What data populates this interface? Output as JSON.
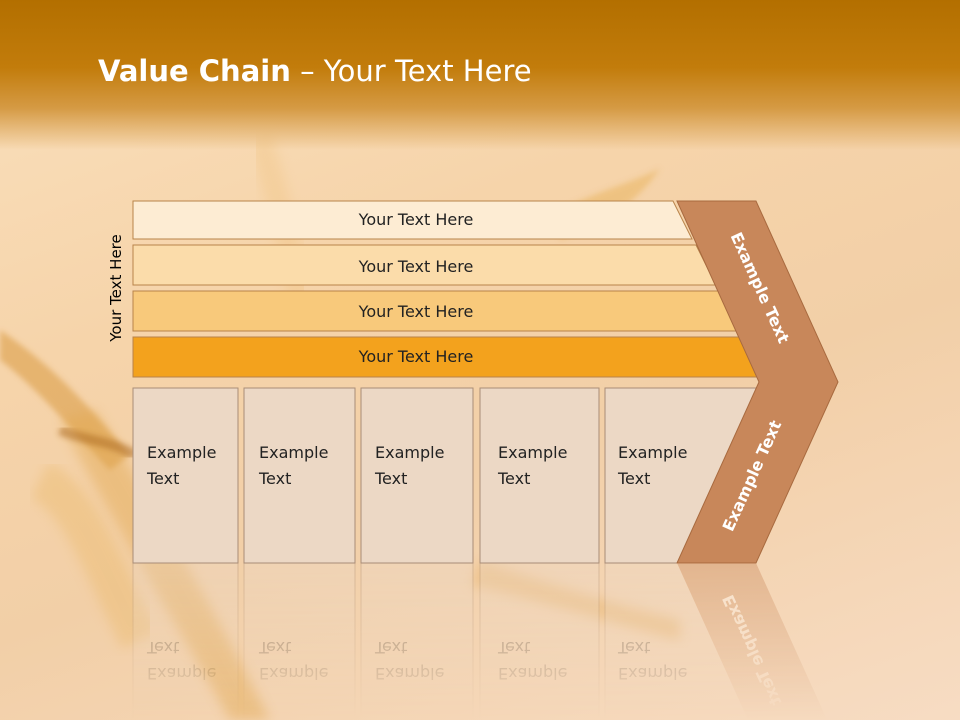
{
  "slide": {
    "title_bold": "Value Chain",
    "title_rest": " – Your Text Here",
    "side_label": "Your Text Here",
    "bars": [
      {
        "label": "Your Text Here",
        "color": "#fdecd3"
      },
      {
        "label": "Your Text Here",
        "color": "#fbdcaa"
      },
      {
        "label": "Your Text Here",
        "color": "#f8c97b"
      },
      {
        "label": "Your Text Here",
        "color": "#f3a21d"
      }
    ],
    "boxes": [
      {
        "line1": "Example",
        "line2": "Text"
      },
      {
        "line1": "Example",
        "line2": "Text"
      },
      {
        "line1": "Example",
        "line2": "Text"
      },
      {
        "line1": "Example",
        "line2": "Text"
      },
      {
        "line1": "Example",
        "line2": "Text"
      }
    ],
    "chevron_upper": "Example Text",
    "chevron_lower": "Example Text",
    "colors": {
      "header": "#b36f00",
      "box_fill": "#ecd8c5",
      "chevron": "#c8875a"
    }
  }
}
